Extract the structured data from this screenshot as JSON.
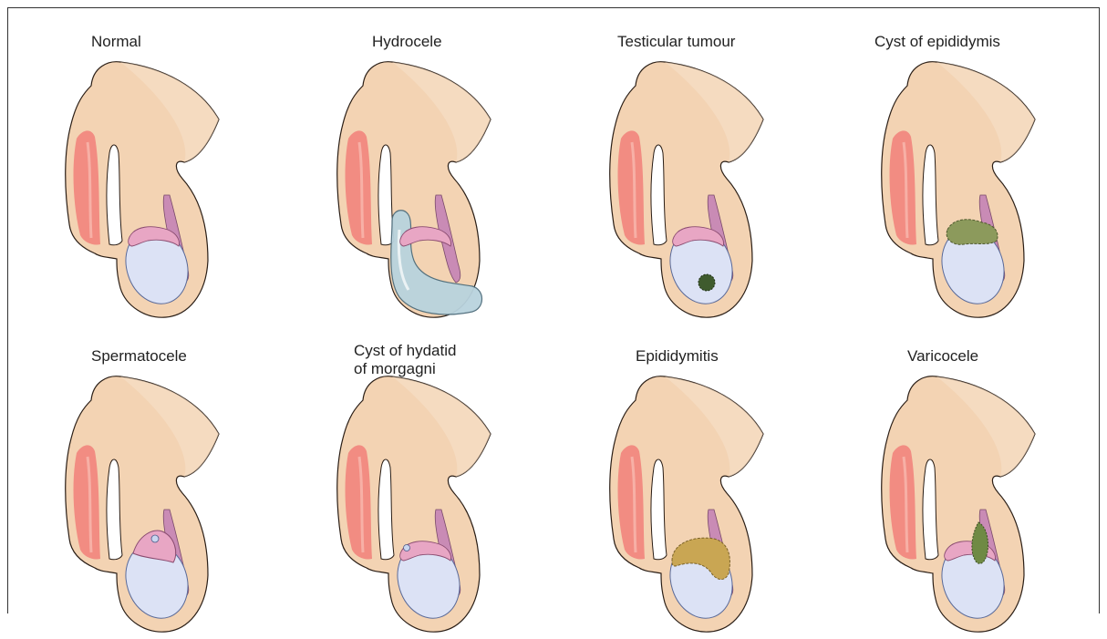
{
  "panels": [
    {
      "label": "Normal",
      "condition": "normal"
    },
    {
      "label": "Hydrocele",
      "condition": "hydrocele"
    },
    {
      "label": "Testicular tumour",
      "condition": "tumour"
    },
    {
      "label": "Cyst of epididymis",
      "condition": "epididymal-cyst"
    },
    {
      "label": "Spermatocele",
      "condition": "spermatocele"
    },
    {
      "label": "Cyst of hydatid\nof morgagni",
      "condition": "hydatid-cyst"
    },
    {
      "label": "Epididymitis",
      "condition": "epididymitis"
    },
    {
      "label": "Varicocele",
      "condition": "varicocele"
    }
  ],
  "colors": {
    "skin": "#F3D3B3",
    "skin_outline": "#2A1E16",
    "muscle": "#F28C82",
    "muscle_light": "#F7B0A6",
    "epididymis": "#E8A6C4",
    "vas": "#C98BB5",
    "testis": "#DCE2F5",
    "testis_outline": "#5A6A99",
    "hydrocele_fluid": "#B9D3DE",
    "tumour": "#3F5B2E",
    "cyst_green": "#8C9A5C",
    "inflamed": "#C9A653",
    "varices": "#6F8A44"
  }
}
